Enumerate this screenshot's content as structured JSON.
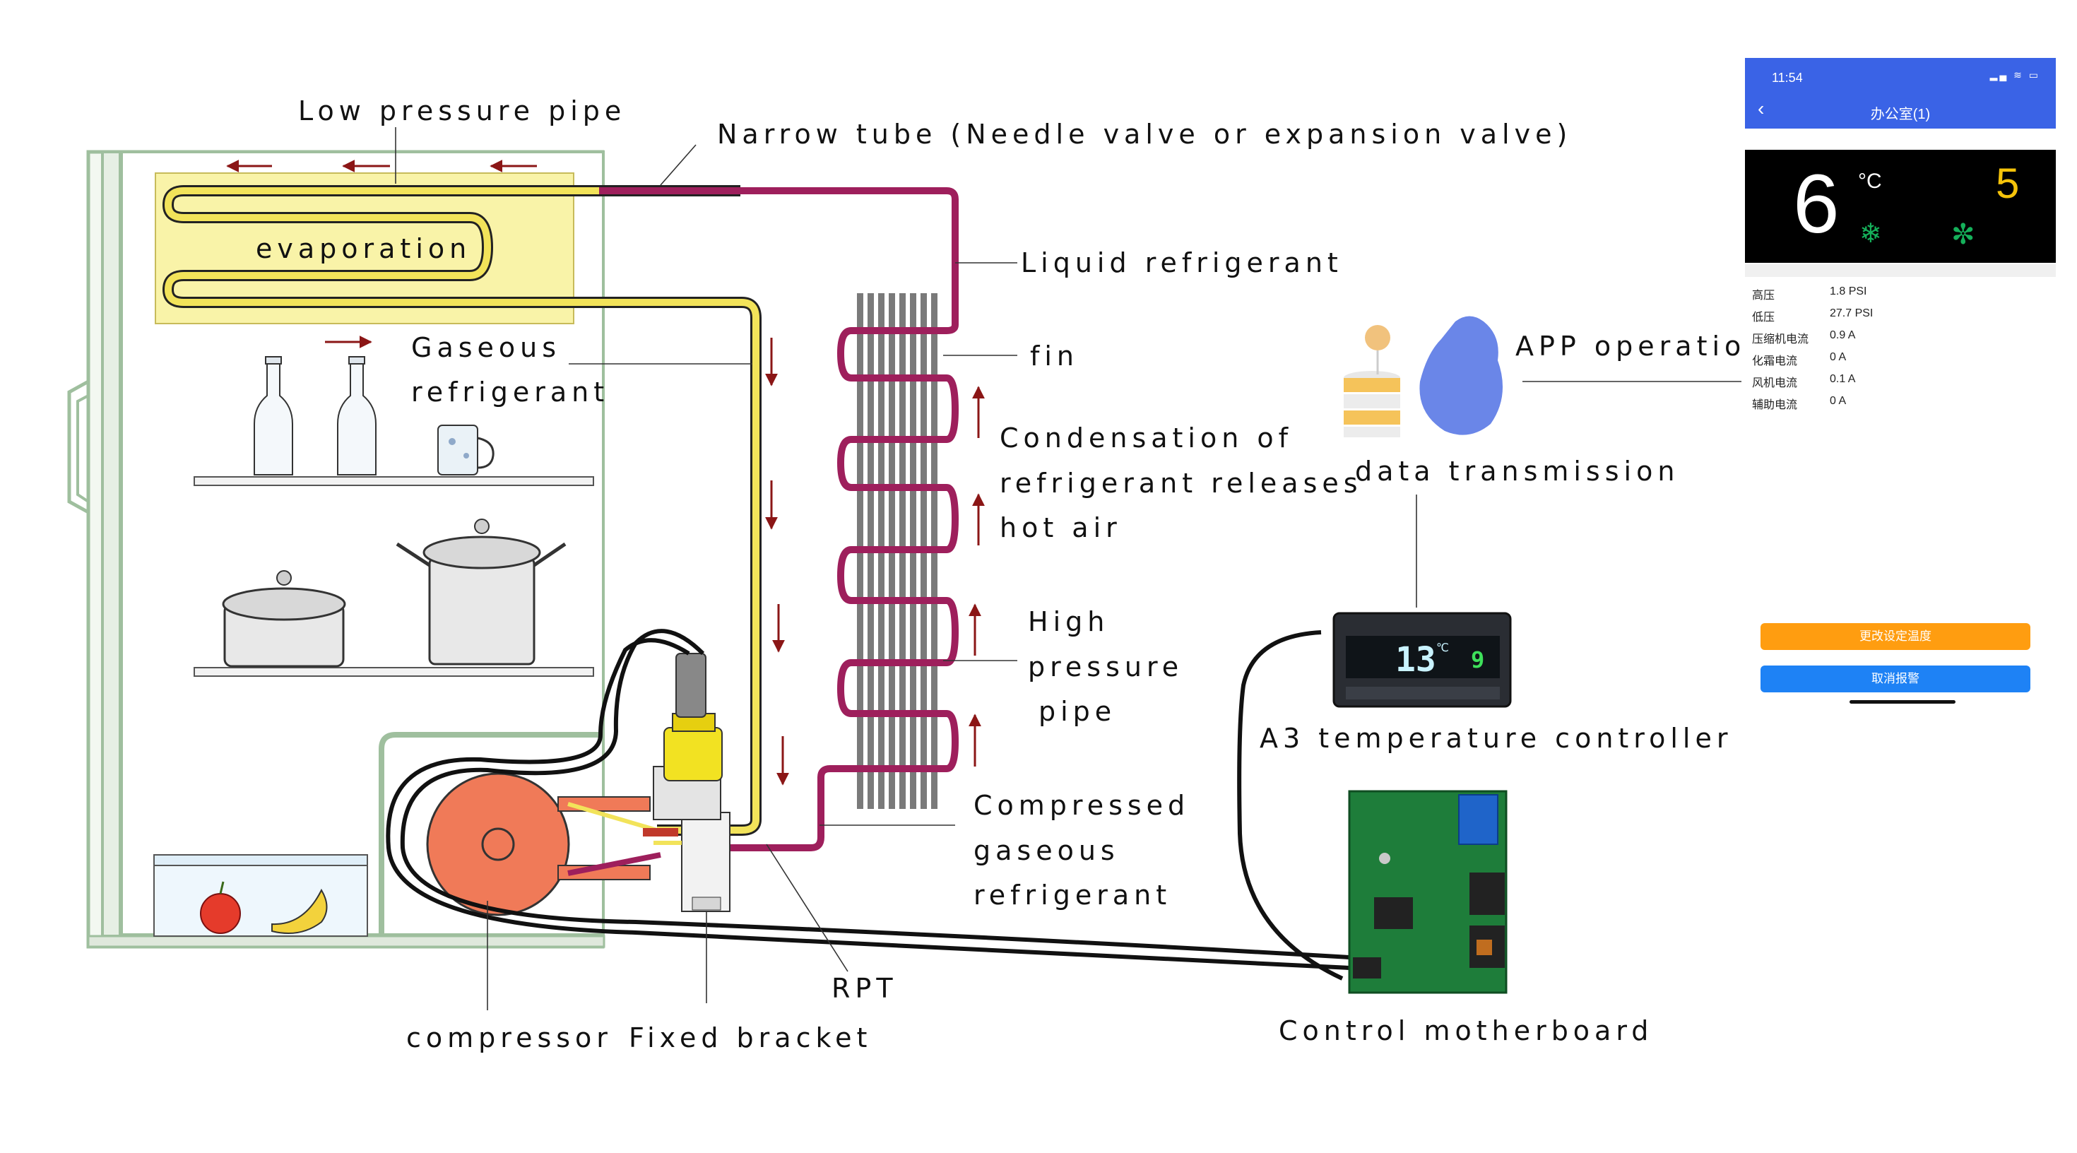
{
  "labels": {
    "low_pressure_pipe": "Low pressure pipe",
    "narrow_tube": "Narrow tube  (Needle valve or expansion valve)",
    "evaporation": "evaporation",
    "liquid_refrigerant": "Liquid refrigerant",
    "fin": "fin",
    "gaseous": "Gaseous",
    "refrigerant": "refrigerant",
    "condensation_line1": "Condensation of",
    "condensation_line2": "refrigerant releases",
    "condensation_line3": "hot air",
    "high": "High",
    "pressure": "pressure",
    "pipe": "pipe",
    "compressed": "Compressed",
    "compressed_gaseous": "gaseous",
    "compressed_refrigerant": "refrigerant",
    "app_operation": "APP operation",
    "data_transmission": "data transmission",
    "a3_controller": "A3 temperature controller",
    "control_motherboard": "Control motherboard",
    "rpt": "RPT",
    "compressor": "compressor",
    "fixed_bracket": "Fixed bracket"
  },
  "controller": {
    "temp": "13",
    "unit": "℃",
    "setpoint": "9"
  },
  "phone": {
    "time": "11:54",
    "status_icons": "▂▄ ≋ ▭",
    "back": "‹",
    "title": "办公室(1)",
    "temp": "6",
    "unit": "°C",
    "setpoint": "5",
    "params": [
      {
        "key": "高压",
        "value": "1.8 PSI"
      },
      {
        "key": "低压",
        "value": "27.7 PSI"
      },
      {
        "key": "压缩机电流",
        "value": "0.9 A"
      },
      {
        "key": "化霜电流",
        "value": "0 A"
      },
      {
        "key": "风机电流",
        "value": "0.1 A"
      },
      {
        "key": "辅助电流",
        "value": "0 A"
      }
    ],
    "btn_change": "更改设定温度",
    "btn_cancel": "取消报警"
  },
  "colors": {
    "low_pipe": "#f2e35a",
    "high_pipe": "#9e1f5c",
    "evaporator_bg": "#f9f3a8",
    "fridge_outline": "#a9c3a8",
    "compressor": "#f07a58",
    "arrow": "#8b1616",
    "app_blue": "#3a63e6"
  },
  "icons": [
    "snowflake-icon",
    "fan-icon",
    "cloud-icon",
    "database-icon",
    "apple-icon",
    "banana-icon"
  ]
}
